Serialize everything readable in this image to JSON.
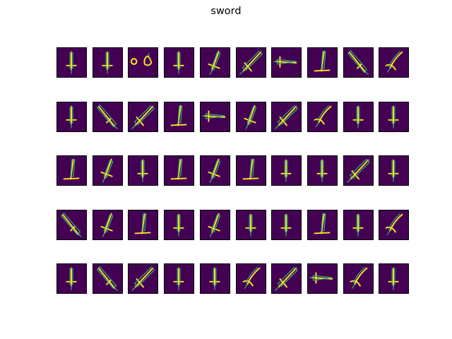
{
  "figure": {
    "title": "sword"
  },
  "colors": {
    "panel_background": "#440154",
    "stroke_primary": "#fde725",
    "stroke_secondary": "#35b779",
    "frame": "#000000"
  },
  "grid": {
    "rows": 5,
    "cols": 10
  },
  "panels": [
    {
      "icon": "sword-sketch-icon",
      "doodle": "a"
    },
    {
      "icon": "sword-sketch-icon",
      "doodle": "a"
    },
    {
      "icon": "sword-sketch-icon",
      "doodle": "b"
    },
    {
      "icon": "sword-sketch-icon",
      "doodle": "a"
    },
    {
      "icon": "sword-sketch-icon",
      "doodle": "c"
    },
    {
      "icon": "sword-sketch-icon",
      "doodle": "d"
    },
    {
      "icon": "sword-sketch-icon",
      "doodle": "e"
    },
    {
      "icon": "sword-sketch-icon",
      "doodle": "f"
    },
    {
      "icon": "sword-sketch-icon",
      "doodle": "g"
    },
    {
      "icon": "sword-sketch-icon",
      "doodle": "h"
    },
    {
      "icon": "sword-sketch-icon",
      "doodle": "a"
    },
    {
      "icon": "sword-sketch-icon",
      "doodle": "g"
    },
    {
      "icon": "sword-sketch-icon",
      "doodle": "d"
    },
    {
      "icon": "sword-sketch-icon",
      "doodle": "f"
    },
    {
      "icon": "sword-sketch-icon",
      "doodle": "e"
    },
    {
      "icon": "sword-sketch-icon",
      "doodle": "c"
    },
    {
      "icon": "sword-sketch-icon",
      "doodle": "d"
    },
    {
      "icon": "sword-sketch-icon",
      "doodle": "h"
    },
    {
      "icon": "sword-sketch-icon",
      "doodle": "a"
    },
    {
      "icon": "sword-sketch-icon",
      "doodle": "a"
    },
    {
      "icon": "sword-sketch-icon",
      "doodle": "f"
    },
    {
      "icon": "sword-sketch-icon",
      "doodle": "c"
    },
    {
      "icon": "sword-sketch-icon",
      "doodle": "a"
    },
    {
      "icon": "sword-sketch-icon",
      "doodle": "f"
    },
    {
      "icon": "sword-sketch-icon",
      "doodle": "c"
    },
    {
      "icon": "sword-sketch-icon",
      "doodle": "f"
    },
    {
      "icon": "sword-sketch-icon",
      "doodle": "a"
    },
    {
      "icon": "sword-sketch-icon",
      "doodle": "a"
    },
    {
      "icon": "sword-sketch-icon",
      "doodle": "d"
    },
    {
      "icon": "sword-sketch-icon",
      "doodle": "a"
    },
    {
      "icon": "sword-sketch-icon",
      "doodle": "g"
    },
    {
      "icon": "sword-sketch-icon",
      "doodle": "c"
    },
    {
      "icon": "sword-sketch-icon",
      "doodle": "f"
    },
    {
      "icon": "sword-sketch-icon",
      "doodle": "a"
    },
    {
      "icon": "sword-sketch-icon",
      "doodle": "c"
    },
    {
      "icon": "sword-sketch-icon",
      "doodle": "a"
    },
    {
      "icon": "sword-sketch-icon",
      "doodle": "a"
    },
    {
      "icon": "sword-sketch-icon",
      "doodle": "f"
    },
    {
      "icon": "sword-sketch-icon",
      "doodle": "a"
    },
    {
      "icon": "sword-sketch-icon",
      "doodle": "h"
    },
    {
      "icon": "sword-sketch-icon",
      "doodle": "a"
    },
    {
      "icon": "sword-sketch-icon",
      "doodle": "g"
    },
    {
      "icon": "sword-sketch-icon",
      "doodle": "d"
    },
    {
      "icon": "sword-sketch-icon",
      "doodle": "a"
    },
    {
      "icon": "sword-sketch-icon",
      "doodle": "a"
    },
    {
      "icon": "sword-sketch-icon",
      "doodle": "h"
    },
    {
      "icon": "sword-sketch-icon",
      "doodle": "d"
    },
    {
      "icon": "sword-sketch-icon",
      "doodle": "e"
    },
    {
      "icon": "sword-sketch-icon",
      "doodle": "h"
    },
    {
      "icon": "sword-sketch-icon",
      "doodle": "a"
    }
  ]
}
